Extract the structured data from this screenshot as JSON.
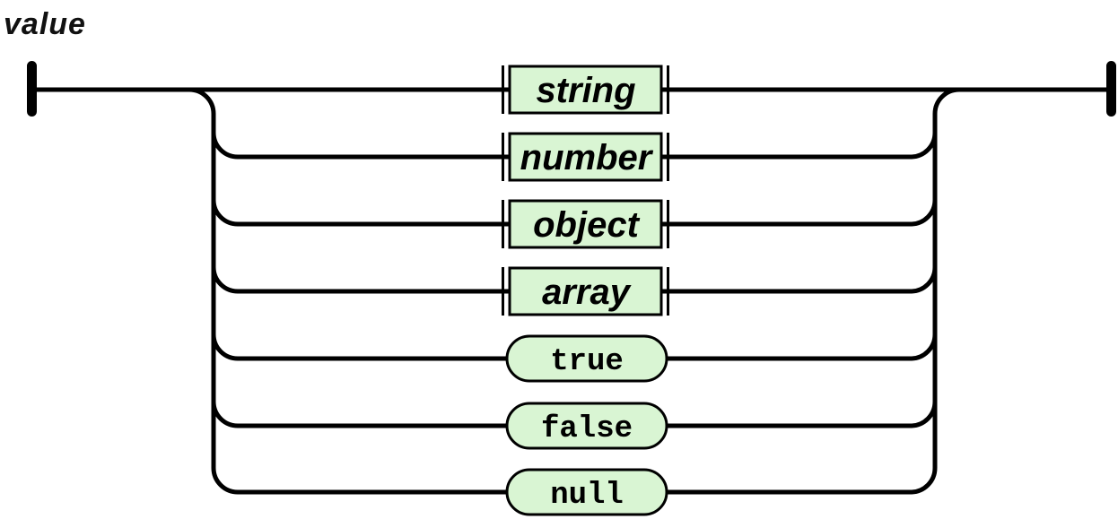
{
  "diagram": {
    "title": "value",
    "kind": "railroad-syntax-diagram",
    "nodes": [
      {
        "label": "string",
        "type": "non-terminal",
        "shape": "rectangle"
      },
      {
        "label": "number",
        "type": "non-terminal",
        "shape": "rectangle"
      },
      {
        "label": "object",
        "type": "non-terminal",
        "shape": "rectangle"
      },
      {
        "label": "array",
        "type": "non-terminal",
        "shape": "rectangle"
      },
      {
        "label": "true",
        "type": "terminal",
        "shape": "pill"
      },
      {
        "label": "false",
        "type": "terminal",
        "shape": "pill"
      },
      {
        "label": "null",
        "type": "terminal",
        "shape": "pill"
      }
    ],
    "colors": {
      "node_fill": "#d9f5d3",
      "line": "#000000",
      "title_text": "#111111",
      "background": "#ffffff"
    }
  }
}
